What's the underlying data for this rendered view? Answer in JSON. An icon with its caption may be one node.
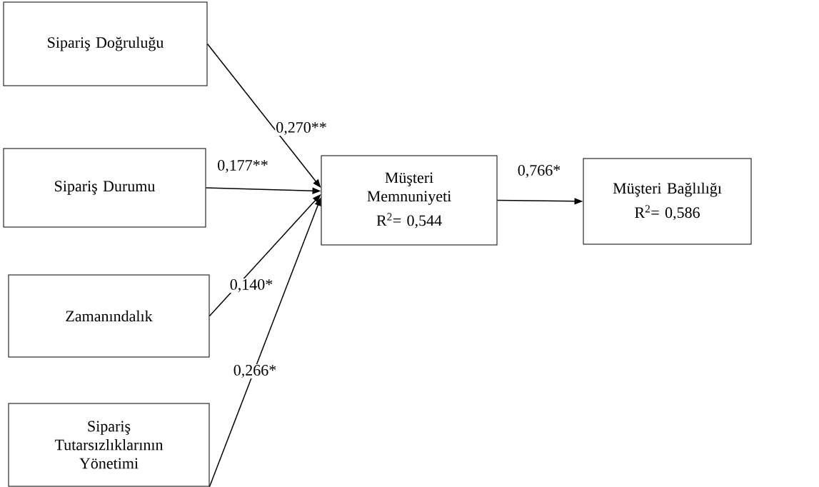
{
  "diagram": {
    "nodes": [
      {
        "text": [
          "Sipariş Doğruluğu"
        ]
      },
      {
        "text": [
          "Sipariş Durumu"
        ]
      },
      {
        "text": [
          "Zamanındalık"
        ]
      },
      {
        "text": [
          "Sipariş Tutarsızlıklarının Yönetimi"
        ]
      },
      {
        "text": [
          "Müşteri Memnuniyeti",
          "R$^{2}$= 0,544"
        ]
      },
      {
        "text": [
          "Müşteri Bağlılığı",
          "R$^{2}$= 0,586"
        ]
      }
    ],
    "edges": [
      {
        "from": 0,
        "to": 4,
        "arrow": "to",
        "label": "0,270**"
      },
      {
        "from": 1,
        "to": 4,
        "arrow": "to",
        "label": "0,177**"
      },
      {
        "from": 2,
        "to": 4,
        "arrow": "to",
        "label": "0,140*"
      },
      {
        "from": 3,
        "to": 4,
        "arrow": "to",
        "label": "0,266*"
      },
      {
        "from": 4,
        "to": 5,
        "arrow": "to",
        "label": "0,766*"
      }
    ]
  }
}
